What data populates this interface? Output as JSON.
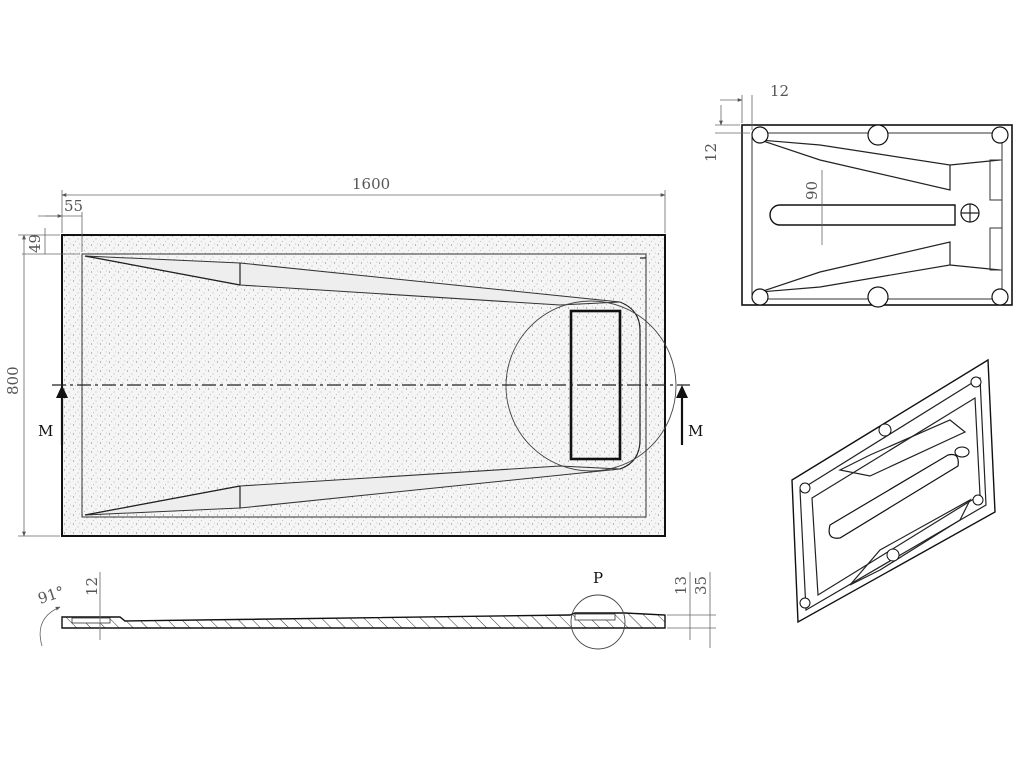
{
  "dimensions": {
    "length": "1600",
    "width": "800",
    "rim": "55",
    "rim_side": "49",
    "top_rim": "12",
    "top_rim_v": "12",
    "channel": "90",
    "thickness_left": "12",
    "height_total": "35",
    "height_edge": "13",
    "angle": "91°"
  },
  "labels": {
    "section_left": "M",
    "section_right": "M",
    "detail": "P"
  },
  "colors": {
    "line": "#222222",
    "dimension": "#666666",
    "stone_fill": "#f4f4f4"
  }
}
